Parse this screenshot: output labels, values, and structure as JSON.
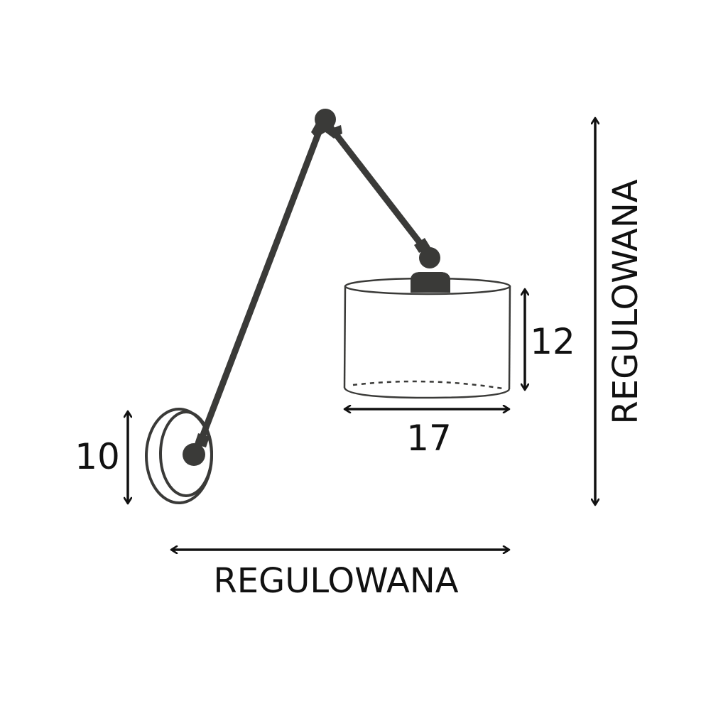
{
  "diagram": {
    "subject": "Adjustable wall lamp with drum shade",
    "colors": {
      "lamp": "#3a3a38",
      "dimension": "#111111",
      "background": "#ffffff"
    },
    "dimensions": {
      "base_height": {
        "value": "10",
        "orientation": "vertical"
      },
      "shade_height": {
        "value": "12",
        "orientation": "vertical"
      },
      "shade_width": {
        "value": "17",
        "orientation": "horizontal"
      },
      "total_height": {
        "value": "REGULOWANA",
        "orientation": "vertical"
      },
      "total_reach": {
        "value": "REGULOWANA",
        "orientation": "horizontal"
      }
    },
    "parts": [
      "wall-mount",
      "lower-arm",
      "elbow-joint",
      "upper-arm",
      "shade-joint",
      "drum-shade"
    ]
  }
}
